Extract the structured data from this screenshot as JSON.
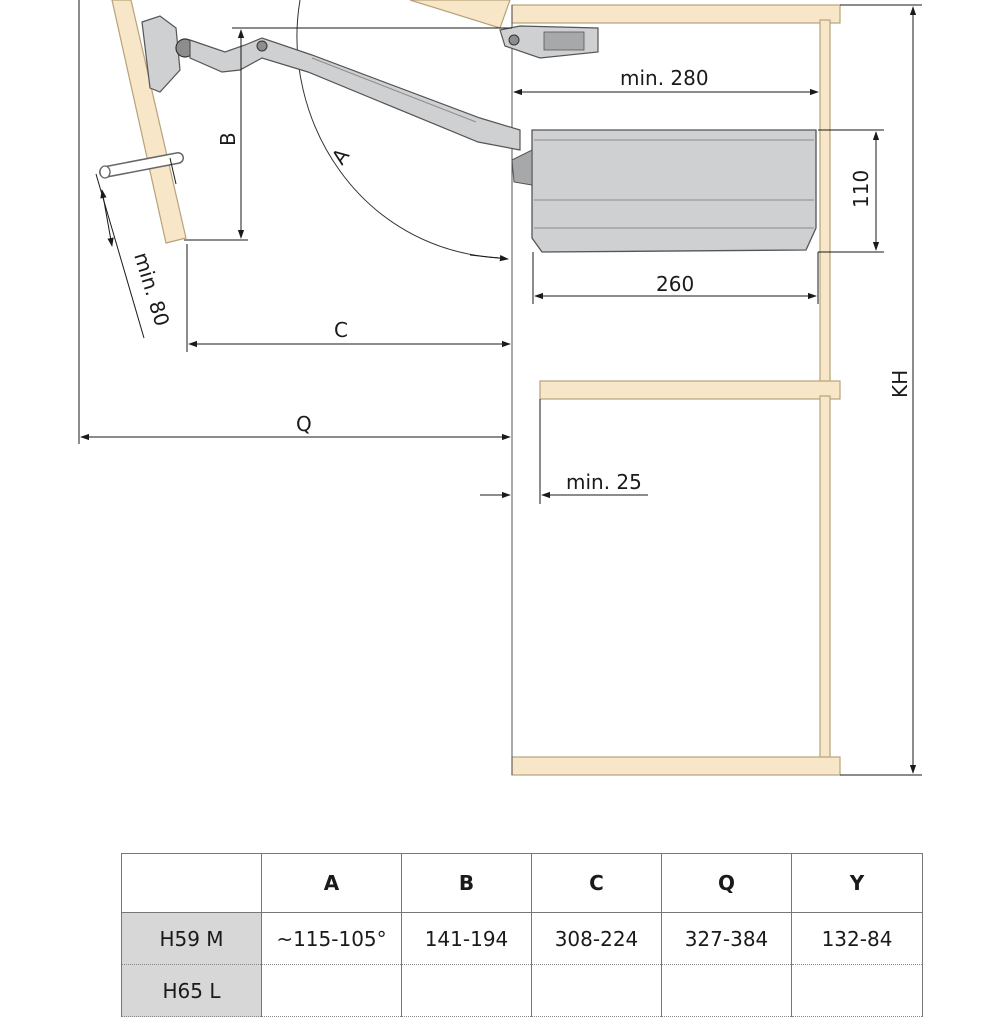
{
  "diagram": {
    "labels": {
      "min280": "min. 280",
      "b": "B",
      "a": "A",
      "h110": "110",
      "w260": "260",
      "min80": "min. 80",
      "c": "C",
      "kh": "KH",
      "q": "Q",
      "min25": "min. 25"
    },
    "colors": {
      "wood": "#f7e6c8",
      "wood_edge": "#b8a27a",
      "mechanism": "#cfd0d2",
      "mechanism_dark": "#8c8d8f",
      "line": "#1a1a1a"
    }
  },
  "table": {
    "headers": [
      "",
      "A",
      "B",
      "C",
      "Q",
      "Y"
    ],
    "rows": [
      {
        "model": "H59 M",
        "cells": [
          "~115-105°",
          "141-194",
          "308-224",
          "327-384",
          "132-84"
        ]
      },
      {
        "model": "H65 L",
        "cells": [
          "",
          "",
          "",
          "",
          ""
        ]
      }
    ]
  }
}
